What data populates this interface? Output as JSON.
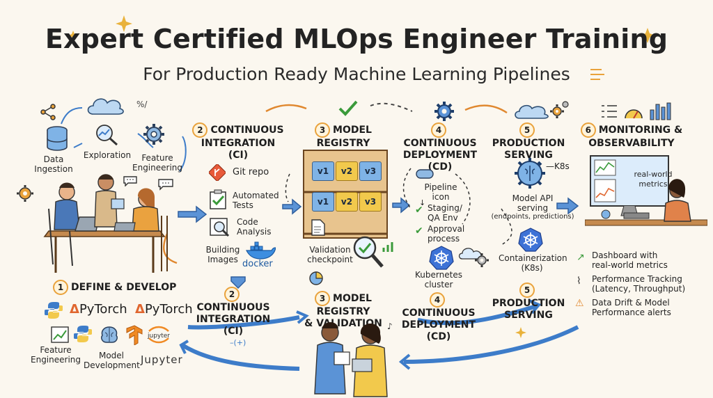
{
  "header": {
    "title": "Expert Certified MLOps Engineer Training",
    "subtitle": "For Production Ready Machine Learning Pipelines"
  },
  "top_left": {
    "data_ingestion": "Data\nIngestion",
    "exploration": "Exploration",
    "feature_engineering": "Feature\nEngineering"
  },
  "stages_top": [
    {
      "num": "2",
      "label": "CONTINUOUS\nINTEGRATION\n(CI)"
    },
    {
      "num": "3",
      "label": "MODEL REGISTRY\n& VALIDATION"
    },
    {
      "num": "4",
      "label": "CONTINUOUS\nDEPLOYMENT\n(CD)"
    },
    {
      "num": "5",
      "label": "PRODUCTION\nSERVING"
    },
    {
      "num": "6",
      "label": "MONITORING &\nOBSERVABILITY"
    }
  ],
  "ci_items": [
    "Git repo",
    "Automated\nTests",
    "Code\nAnalysis",
    "Building\nImages"
  ],
  "docker_label": "docker",
  "registry": {
    "versions": [
      "v1",
      "v2",
      "v3",
      "v1",
      "v2",
      "v3"
    ],
    "validation": "Validation\ncheckpoint"
  },
  "cd_items": [
    "Pipeline\nicon",
    "Staging/\nQA Env",
    "Approval\nprocess"
  ],
  "kubernetes": "Kubernetes\ncluster",
  "serving": {
    "k8s": "K8s",
    "api": "Model API\nserving",
    "api_detail": "(endpoints, predictions)",
    "containerization": "Containerization\n(K8s)"
  },
  "monitor": {
    "screen": "real-world\nmetrics",
    "bullets": [
      "Dashboard with\nreal-world metrics",
      "Performance Tracking\n(Latency, Throughput)",
      "Data Drift & Model\nPerformance alerts"
    ]
  },
  "stage1": {
    "num": "1",
    "label": "DEFINE & DEVELOP"
  },
  "frameworks": [
    "PyTorch",
    "PyTorch"
  ],
  "bottom_left": {
    "feature_eng": "Feature\nEngineering",
    "model_dev": "Model\nDevelopment",
    "jupyter": "jupyter",
    "jupyter2": "Jupyter"
  },
  "stages_bottom": [
    {
      "num": "2",
      "label": "CONTINUOUS\nINTEGRATION\n(CI)"
    },
    {
      "num": "3",
      "label": "MODEL REGISTRY\n& VALIDATION"
    },
    {
      "num": "4",
      "label": "CONTINUOUS\nDEPLOYMENT\n(CD)"
    },
    {
      "num": "5",
      "label": "PRODUCTION\nSERVING"
    }
  ],
  "loop_mark": "–(+)",
  "colors": {
    "accent": "#e9a23b",
    "blue": "#3d7cc9",
    "green": "#3a9a3a"
  }
}
